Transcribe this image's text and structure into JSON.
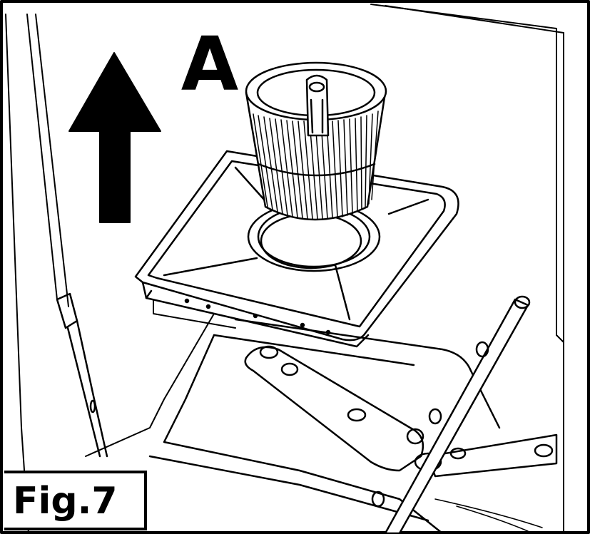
{
  "callout": {
    "label": "A"
  },
  "figure_caption": {
    "text": "Fig.7"
  },
  "icons": {
    "arrow": "up-arrow-icon",
    "filter": "cylindrical-filter-basket",
    "tray": "filter-tray",
    "spray_arm": "spray-arm",
    "wash_arm": "upper-wash-arm-pipe"
  },
  "colors": {
    "line": "#000000",
    "background": "#ffffff"
  }
}
